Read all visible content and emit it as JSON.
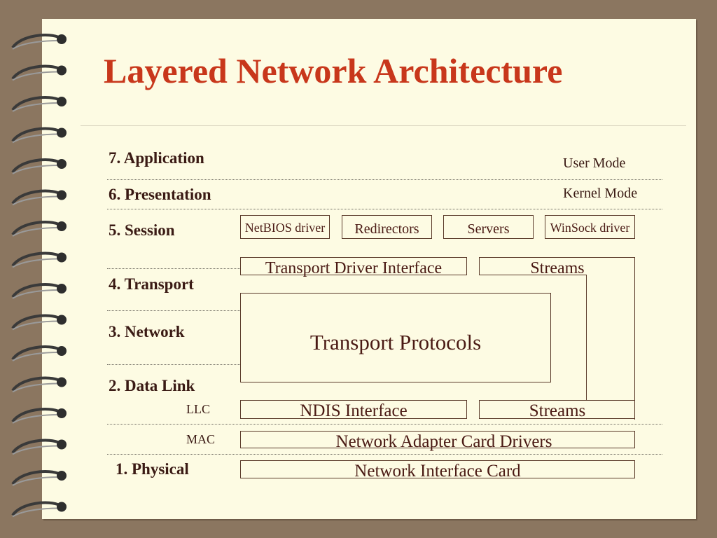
{
  "title": "Layered Network Architecture",
  "layers": {
    "l7": "7. Application",
    "l6": "6. Presentation",
    "l5": "5. Session",
    "l4": "4. Transport",
    "l3": "3. Network",
    "l2": "2. Data Link",
    "llc": "LLC",
    "mac": "MAC",
    "l1": "1. Physical"
  },
  "modes": {
    "user": "User Mode",
    "kernel": "Kernel Mode"
  },
  "components": {
    "netbios": "NetBIOS driver",
    "redirectors": "Redirectors",
    "servers": "Servers",
    "winsock": "WinSock driver",
    "tdi": "Transport Driver Interface",
    "streams_top": "Streams",
    "transport_protocols": "Transport Protocols",
    "ndis": "NDIS Interface",
    "streams_bottom": "Streams",
    "adapter_drivers": "Network Adapter Card Drivers",
    "nic": "Network Interface Card"
  }
}
